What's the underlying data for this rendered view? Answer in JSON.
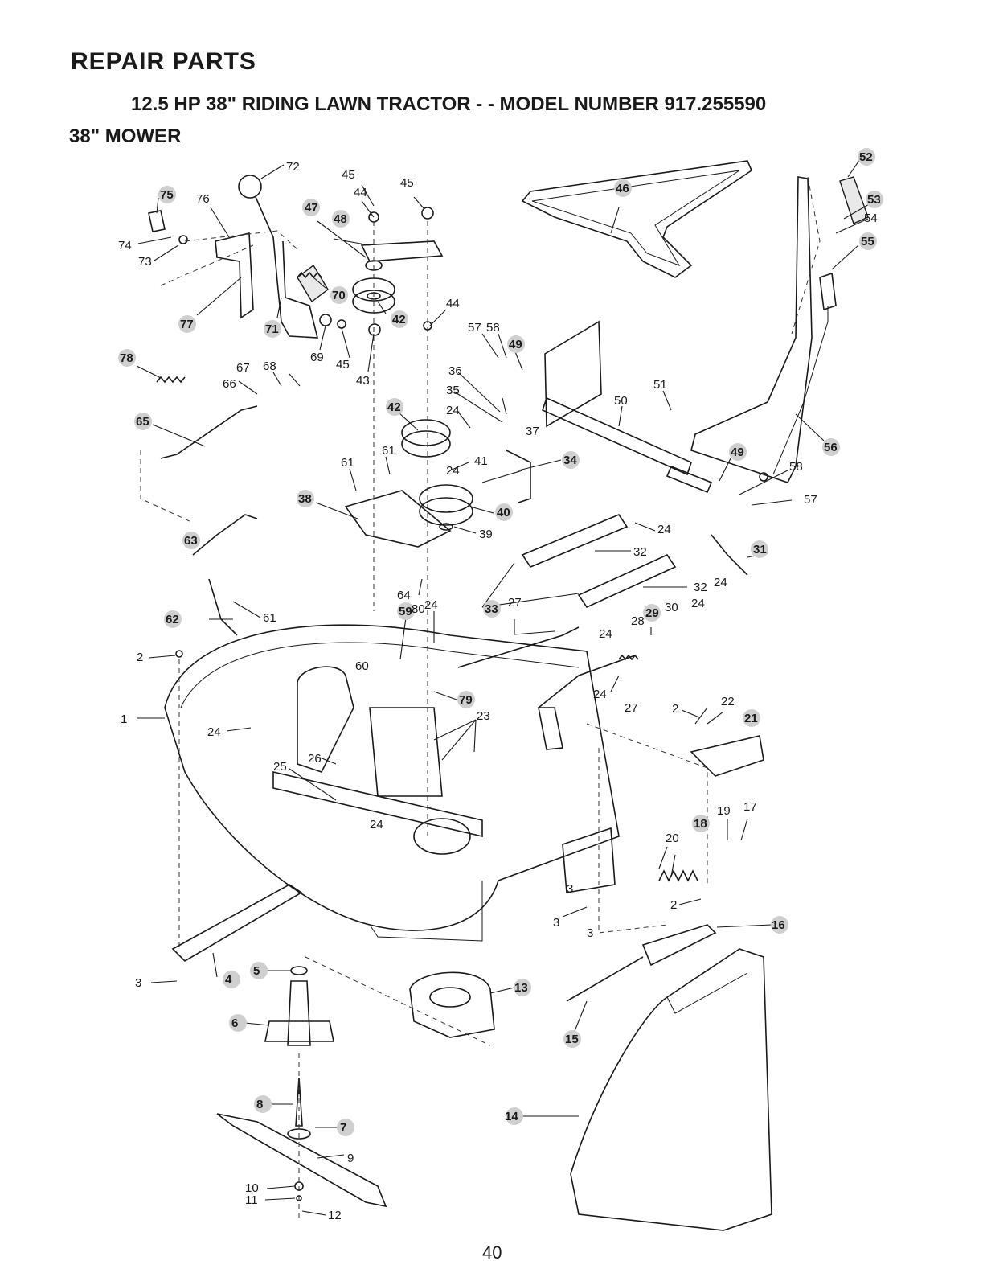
{
  "header": {
    "title": "REPAIR PARTS",
    "subtitle": "12.5 HP 38\" RIDING LAWN TRACTOR - - MODEL NUMBER 917.255590",
    "section": "38\" MOWER"
  },
  "page_number": "40",
  "callouts": [
    "1",
    "2",
    "2",
    "2",
    "3",
    "3",
    "3",
    "3",
    "4",
    "5",
    "6",
    "7",
    "8",
    "9",
    "10",
    "11",
    "12",
    "13",
    "14",
    "15",
    "16",
    "17",
    "18",
    "19",
    "20",
    "21",
    "22",
    "23",
    "24",
    "24",
    "24",
    "24",
    "24",
    "24",
    "24",
    "24",
    "24",
    "24",
    "25",
    "26",
    "27",
    "27",
    "28",
    "29",
    "30",
    "31",
    "32",
    "32",
    "33",
    "34",
    "35",
    "36",
    "37",
    "38",
    "39",
    "40",
    "41",
    "42",
    "42",
    "43",
    "44",
    "44",
    "45",
    "45",
    "45",
    "46",
    "47",
    "48",
    "49",
    "49",
    "50",
    "51",
    "52",
    "53",
    "54",
    "55",
    "56",
    "57",
    "57",
    "58",
    "58",
    "59",
    "60",
    "61",
    "61",
    "61",
    "62",
    "63",
    "64",
    "65",
    "66",
    "67",
    "68",
    "69",
    "70",
    "71",
    "72",
    "73",
    "74",
    "75",
    "76",
    "77",
    "78",
    "79",
    "80"
  ],
  "highlight_color": "#cfcfcf",
  "line_color": "#1a1a1a"
}
